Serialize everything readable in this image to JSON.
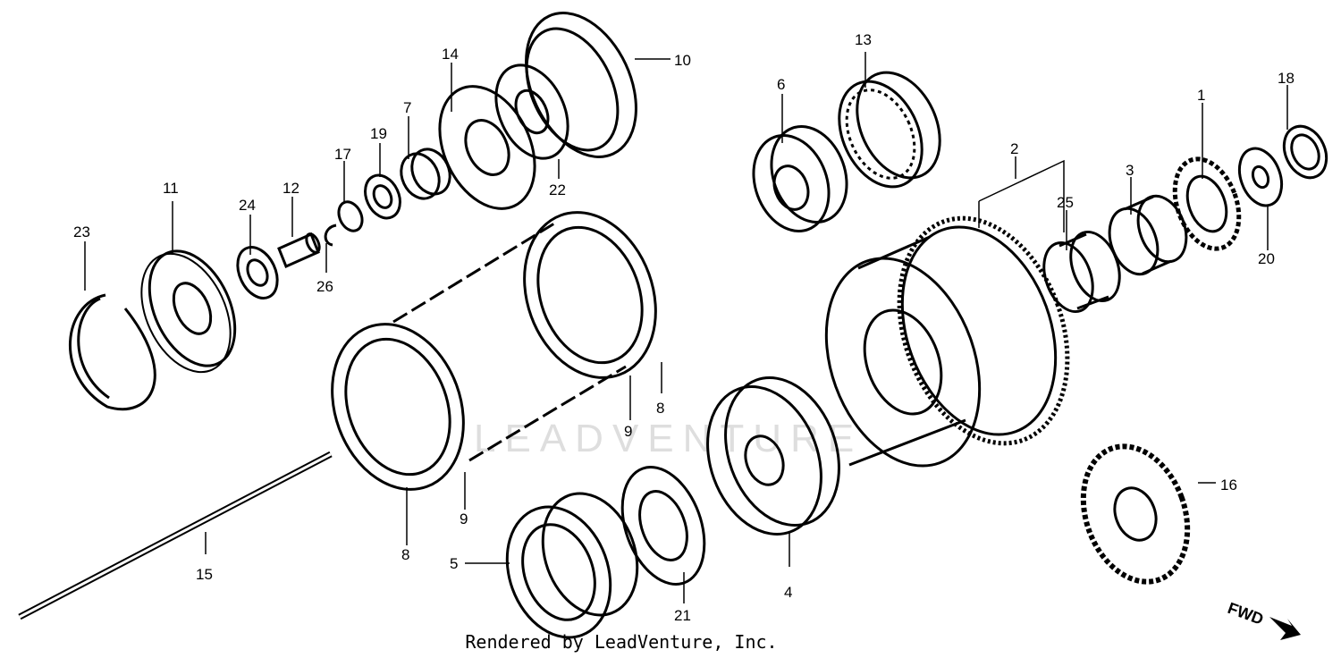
{
  "diagram": {
    "part_labels": [
      "1",
      "2",
      "3",
      "4",
      "5",
      "6",
      "7",
      "8",
      "8",
      "9",
      "9",
      "10",
      "11",
      "12",
      "13",
      "14",
      "15",
      "16",
      "17",
      "18",
      "19",
      "20",
      "21",
      "22",
      "23",
      "24",
      "25",
      "26"
    ],
    "direction_label": "FWD",
    "watermark": "LEADVENTURE",
    "credit": "Rendered by LeadVenture, Inc."
  }
}
